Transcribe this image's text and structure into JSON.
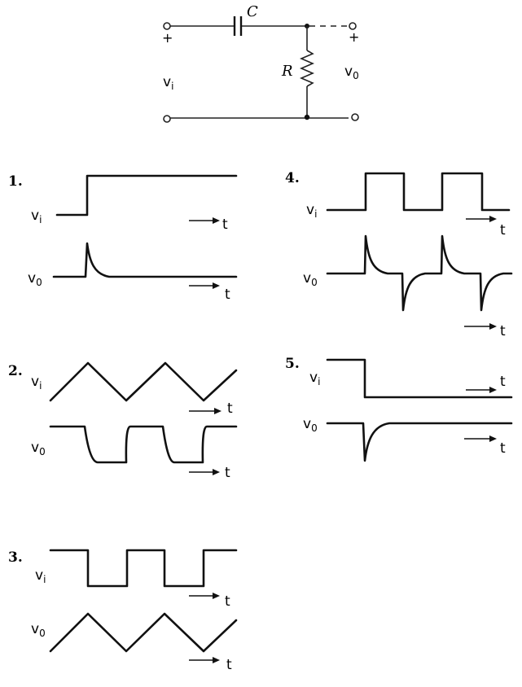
{
  "circuit": {
    "capacitor_label": "C",
    "resistor_label": "R",
    "input_label": {
      "main": "v",
      "sub": "i"
    },
    "output_label": {
      "main": "v",
      "sub": "0"
    },
    "input_plus": "+",
    "output_plus": "+"
  },
  "axis_label": "t",
  "panels": [
    {
      "number": "1.",
      "input": {
        "main": "v",
        "sub": "i"
      },
      "output": {
        "main": "v",
        "sub": "0"
      }
    },
    {
      "number": "2.",
      "input": {
        "main": "v",
        "sub": "i"
      },
      "output": {
        "main": "v",
        "sub": "0"
      }
    },
    {
      "number": "3.",
      "input": {
        "main": "v",
        "sub": "i"
      },
      "output": {
        "main": "v",
        "sub": "0"
      }
    },
    {
      "number": "4.",
      "input": {
        "main": "v",
        "sub": "i"
      },
      "output": {
        "main": "v",
        "sub": "0"
      }
    },
    {
      "number": "5.",
      "input": {
        "main": "v",
        "sub": "i"
      },
      "output": {
        "main": "v",
        "sub": "0"
      }
    }
  ]
}
